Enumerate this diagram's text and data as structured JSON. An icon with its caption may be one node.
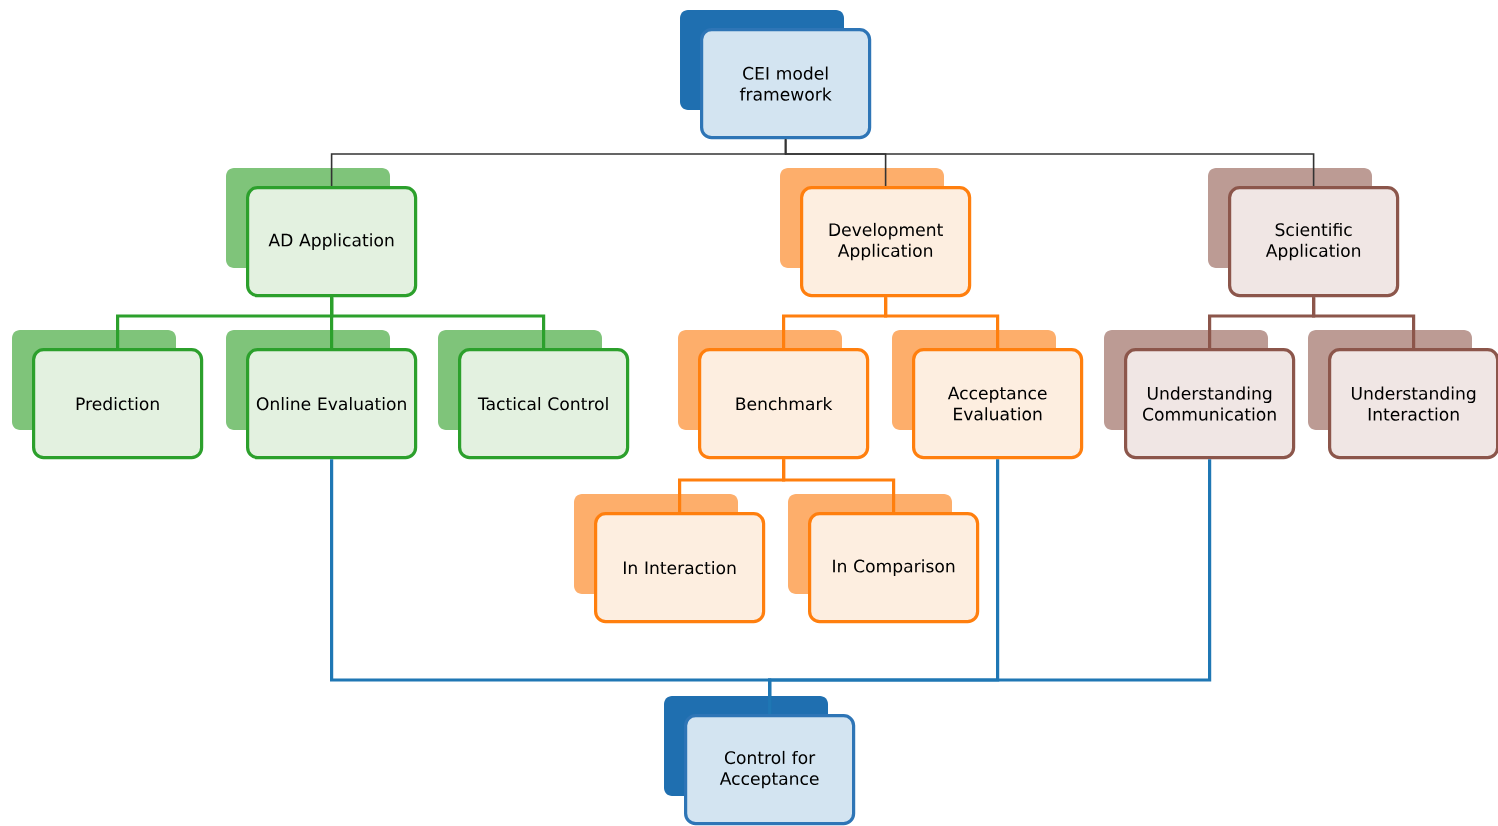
{
  "diagram": {
    "nodes": [
      {
        "text": [
          "CEI model framework"
        ]
      },
      {
        "text": [
          "AD Application"
        ]
      },
      {
        "text": [
          "Development Application"
        ]
      },
      {
        "text": [
          "Scientific Application"
        ]
      },
      {
        "text": [
          "Prediction"
        ]
      },
      {
        "text": [
          "Online Evaluation"
        ]
      },
      {
        "text": [
          "Tactical Control"
        ]
      },
      {
        "text": [
          "Benchmark"
        ]
      },
      {
        "text": [
          "Acceptance Evaluation"
        ]
      },
      {
        "text": [
          "Understanding Communication"
        ]
      },
      {
        "text": [
          "Understanding Interaction"
        ]
      },
      {
        "text": [
          "In Interaction"
        ]
      },
      {
        "text": [
          "In Comparison"
        ]
      },
      {
        "text": [
          "Control for Acceptance"
        ]
      }
    ],
    "edges": [
      {
        "from": 0,
        "to": 1,
        "arrow": "none",
        "color": "#333333"
      },
      {
        "from": 0,
        "to": 2,
        "arrow": "none",
        "color": "#333333"
      },
      {
        "from": 0,
        "to": 3,
        "arrow": "none",
        "color": "#333333"
      },
      {
        "from": 1,
        "to": 4,
        "arrow": "none",
        "color": "#2ca02c"
      },
      {
        "from": 1,
        "to": 5,
        "arrow": "none",
        "color": "#2ca02c"
      },
      {
        "from": 1,
        "to": 6,
        "arrow": "none",
        "color": "#2ca02c"
      },
      {
        "from": 2,
        "to": 7,
        "arrow": "none",
        "color": "#ff7f0e"
      },
      {
        "from": 2,
        "to": 8,
        "arrow": "none",
        "color": "#ff7f0e"
      },
      {
        "from": 3,
        "to": 9,
        "arrow": "none",
        "color": "#8c564b"
      },
      {
        "from": 3,
        "to": 10,
        "arrow": "none",
        "color": "#8c564b"
      },
      {
        "from": 7,
        "to": 11,
        "arrow": "none",
        "color": "#ff7f0e"
      },
      {
        "from": 7,
        "to": 12,
        "arrow": "none",
        "color": "#ff7f0e"
      },
      {
        "from": 5,
        "to": 13,
        "arrow": "none",
        "color": "#1f77b4"
      },
      {
        "from": 8,
        "to": 13,
        "arrow": "none",
        "color": "#1f77b4"
      },
      {
        "from": 9,
        "to": 13,
        "arrow": "none",
        "color": "#1f77b4"
      }
    ]
  }
}
